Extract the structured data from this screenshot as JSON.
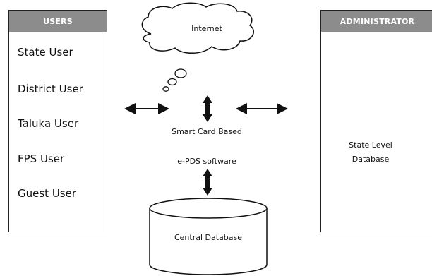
{
  "users_panel": {
    "header": "USERS",
    "items": [
      "State User",
      "District User",
      "Taluka User",
      "FPS User",
      "Guest User"
    ]
  },
  "admin_panel": {
    "header": "ADMINISTRATOR",
    "database_label": "State Level Database"
  },
  "cloud": {
    "label": "Internet"
  },
  "center": {
    "smart_card_label": "Smart Card Based",
    "software_label": "e-PDS software"
  },
  "central_db": {
    "label": "Central Database"
  },
  "colors": {
    "header_bg": "#8c8c8c",
    "stroke": "#111111"
  }
}
